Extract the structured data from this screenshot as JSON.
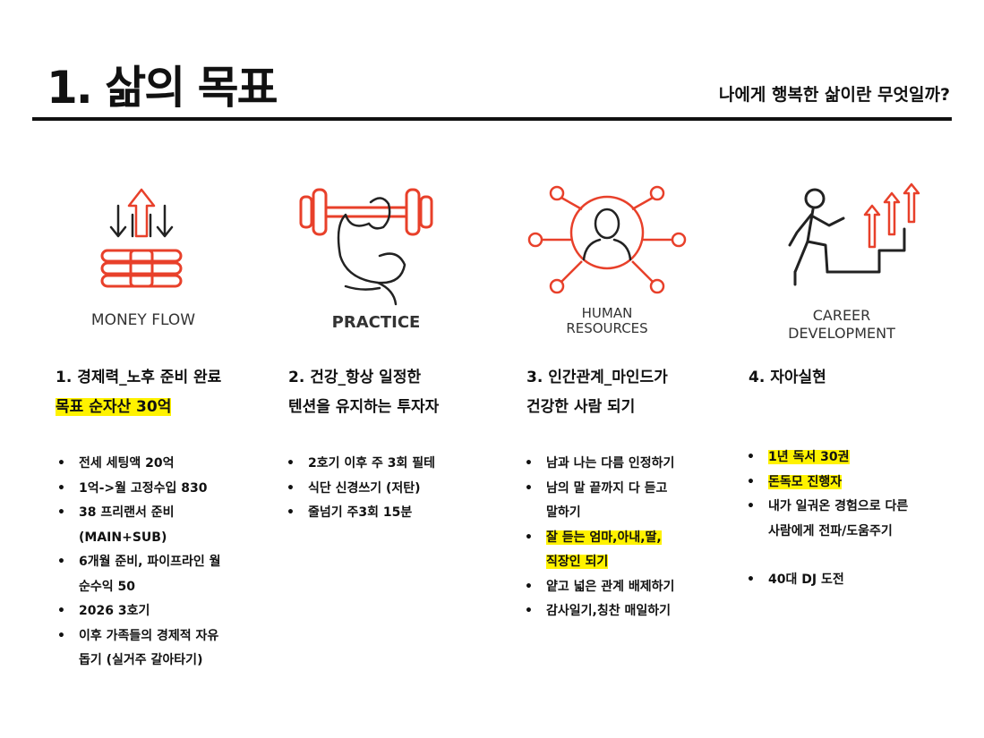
{
  "header": {
    "title": "1. 삶의 목표",
    "subtitle": "나에게 행복한 삶이란 무엇일까?"
  },
  "columns": [
    {
      "icon": "money-flow-icon",
      "icon_label": [
        "MONEY FLOW"
      ],
      "heading_lines": [
        "1.  경제력_노후 준비 완료",
        "목표 순자산 30억"
      ],
      "bullets": [
        "전세 세팅액 20억",
        "1억->월 고정수입 830",
        "38 프리랜서 준비",
        "(MAIN+SUB)",
        "6개월 준비, 파이프라인 월",
        "순수익 50",
        "2026 3호기",
        "이후 가족들의 경제적 자유",
        "돕기 (실거주 갈아타기)"
      ]
    },
    {
      "icon": "practice-dumbbell-icon",
      "icon_label": [
        "PRACTICE"
      ],
      "heading_lines": [
        "2. 건강_항상 일정한",
        "텐션을 유지하는 투자자"
      ],
      "bullets": [
        "2호기 이후 주 3회 필테",
        "식단 신경쓰기 (저탄)",
        "줄넘기 주3회 15분"
      ]
    },
    {
      "icon": "human-resources-network-icon",
      "icon_label": [
        "HUMAN",
        "RESOURCES"
      ],
      "heading_lines": [
        "3. 인간관계_마인드가",
        "건강한 사람 되기"
      ],
      "bullets": [
        "남과 나는 다름 인정하기",
        "남의 말 끝까지 다 듣고",
        "말하기",
        "잘 듣는 엄마,아내,딸,",
        "직장인 되기",
        "얕고 넓은 관계 배제하기",
        "감사일기,칭찬 매일하기"
      ]
    },
    {
      "icon": "career-development-stairs-icon",
      "icon_label": [
        "CAREER",
        "DEVELOPMENT"
      ],
      "heading_lines": [
        "4. 자아실현"
      ],
      "bullets": [
        "1년 독서 30권",
        "돈독모 진행자",
        "내가 일궈온 경험으로 다른",
        "사람에게 전파/도움주기",
        "40대 DJ 도전"
      ]
    }
  ],
  "colors": {
    "accent": "#e8402a",
    "highlight": "#fff200",
    "text": "#111111"
  }
}
